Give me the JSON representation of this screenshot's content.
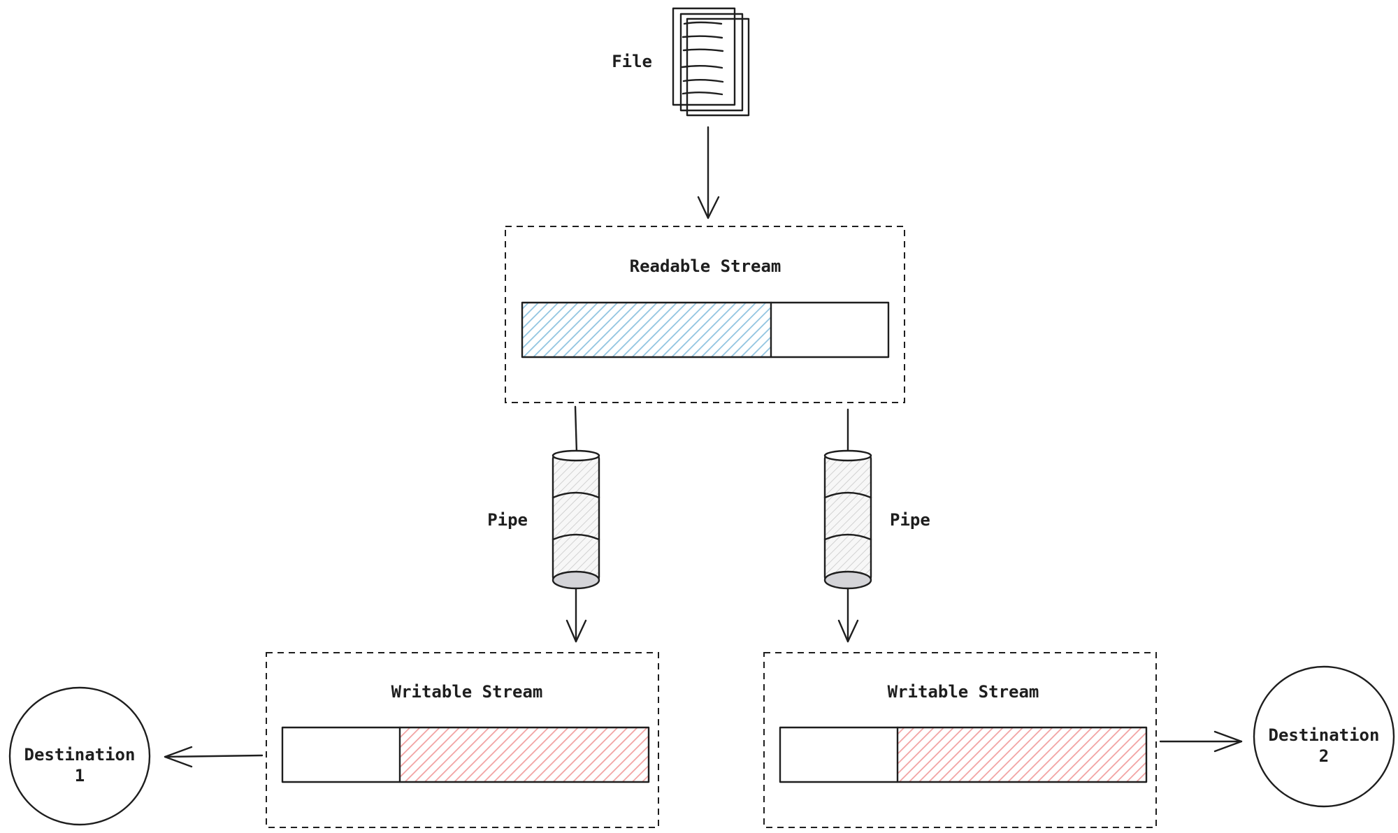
{
  "file": {
    "label": "File",
    "icon": "document-stack-icon"
  },
  "readable": {
    "label": "Readable Stream",
    "fill_fraction": 0.68,
    "fill_color": "#8fc3e0"
  },
  "pipes": [
    {
      "label": "Pipe",
      "icon": "pipe-icon"
    },
    {
      "label": "Pipe",
      "icon": "pipe-icon"
    }
  ],
  "writables": [
    {
      "label": "Writable Stream",
      "fill_fraction": 0.68,
      "fill_color": "#f2a1a1"
    },
    {
      "label": "Writable Stream",
      "fill_fraction": 0.68,
      "fill_color": "#f2a1a1"
    }
  ],
  "destinations": [
    {
      "line1": "Destination",
      "line2": "1"
    },
    {
      "line1": "Destination",
      "line2": "2"
    }
  ]
}
